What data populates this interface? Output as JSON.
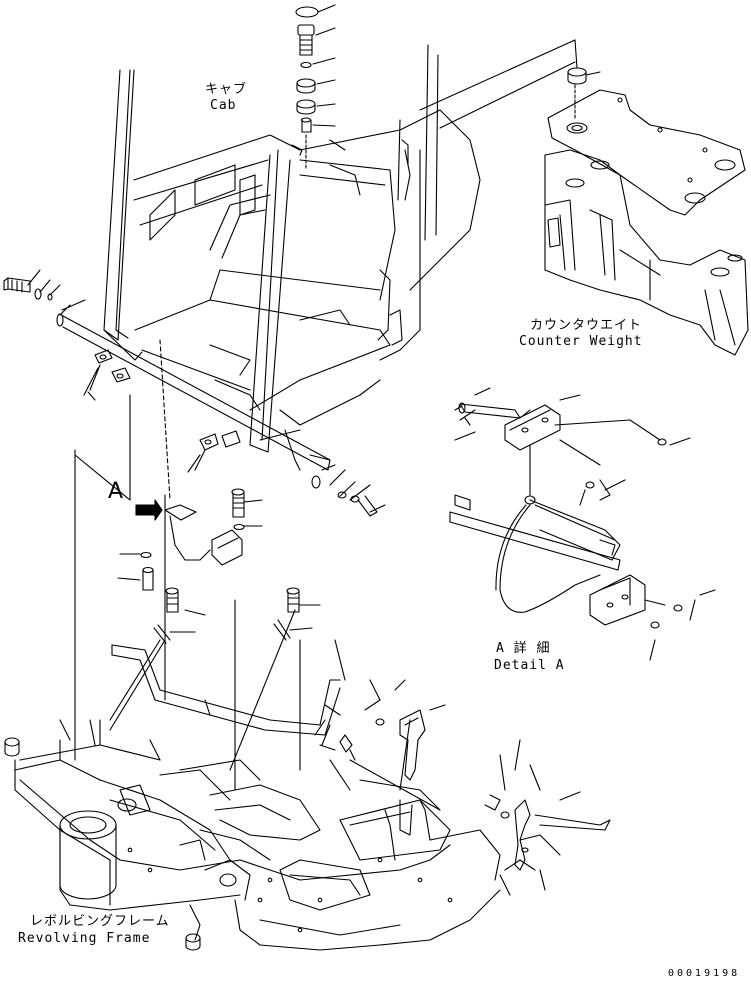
{
  "labels": {
    "cab_jp": "キャブ",
    "cab_en": "Cab",
    "counterweight_jp": "カウンタウエイト",
    "counterweight_en": "Counter Weight",
    "detail_jp": "A 詳 細",
    "detail_en": "Detail A",
    "frame_jp": "レボルビングフレーム",
    "frame_en": "Revolving Frame",
    "view_marker": "A",
    "drawing_number": "00019198"
  },
  "colors": {
    "line": "#000000",
    "background": "#ffffff"
  }
}
